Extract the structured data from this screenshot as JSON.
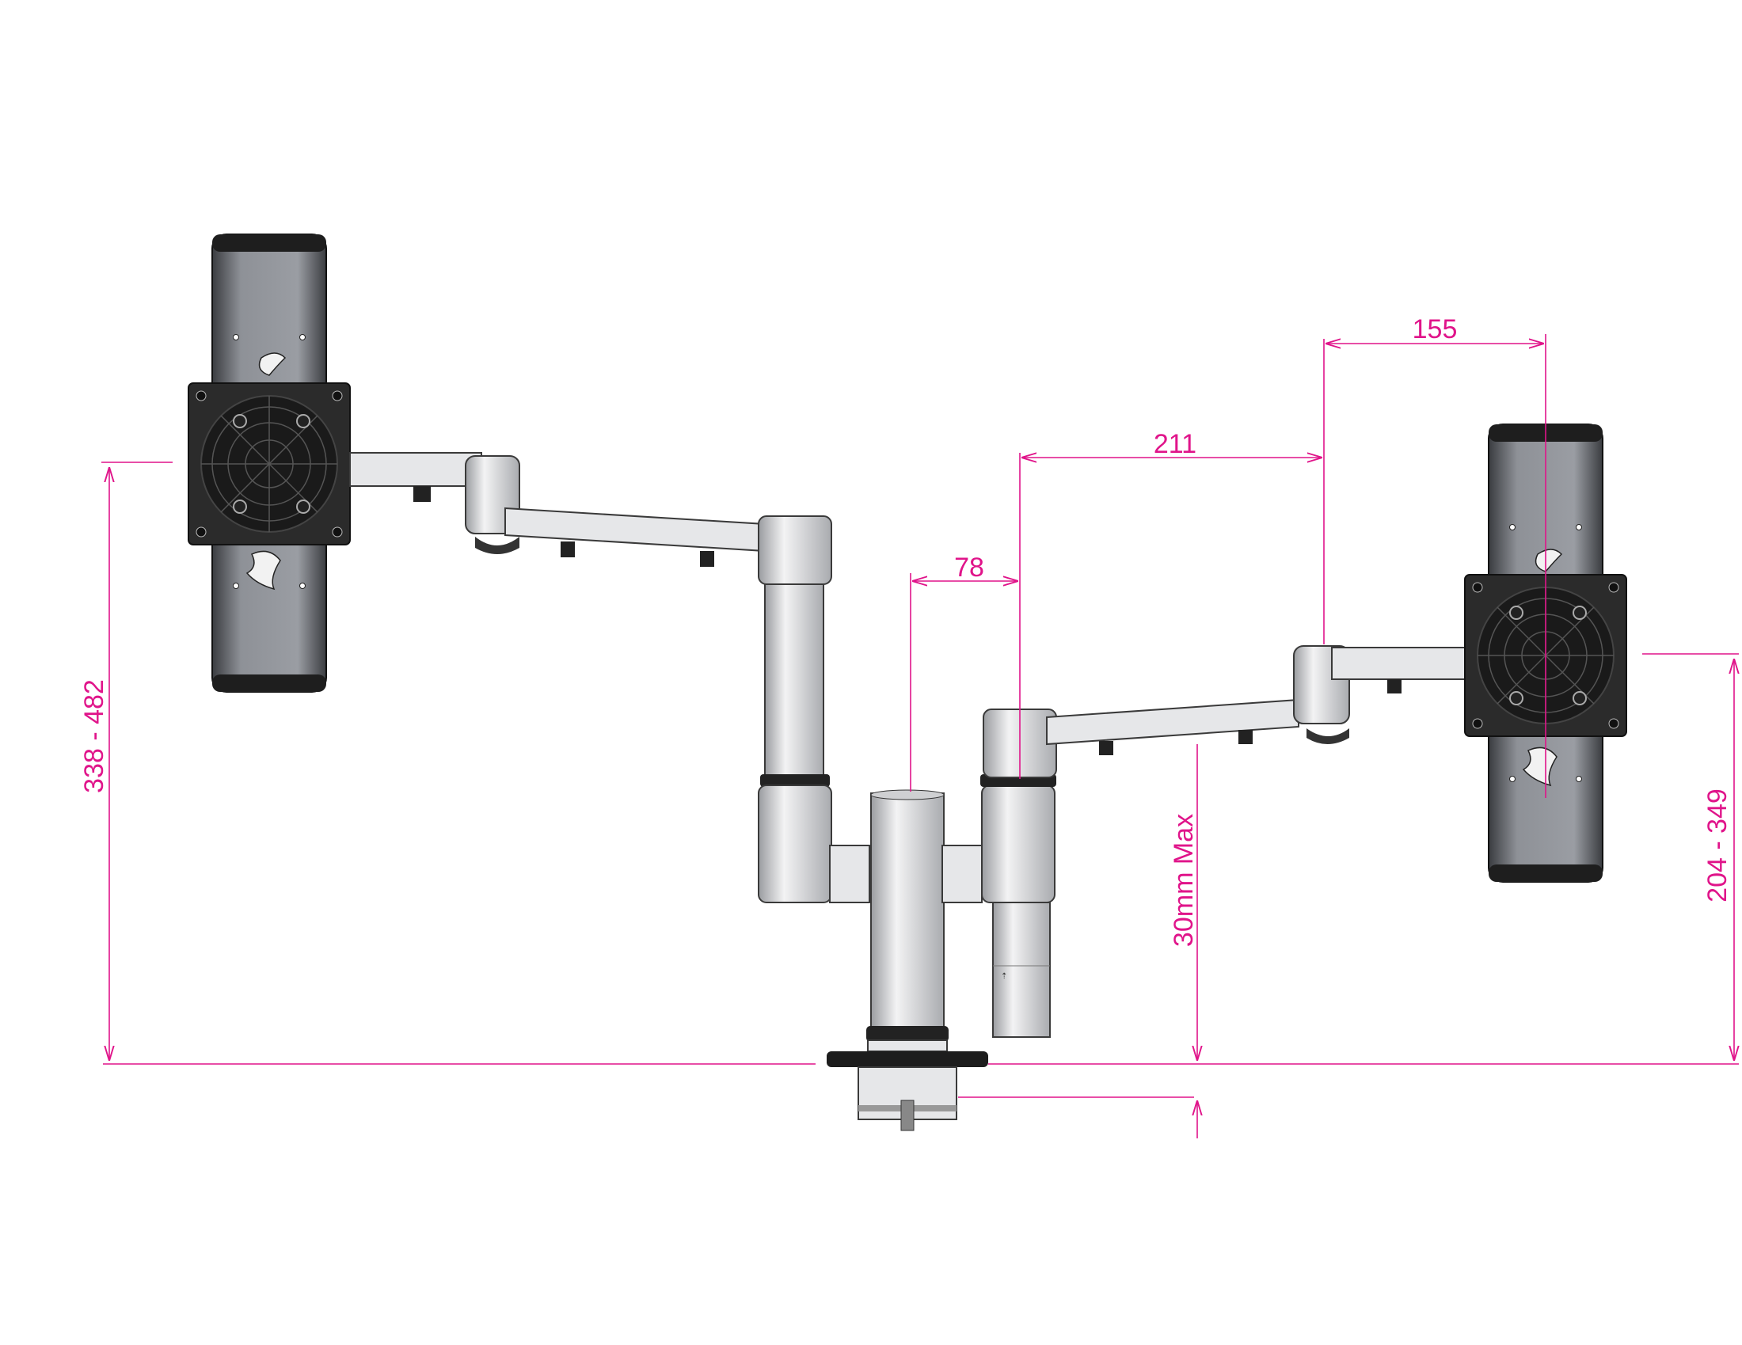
{
  "drawing": {
    "subject": "Dual monitor arm - top view",
    "colors": {
      "dimension": "#e0148a",
      "metal": "#d9dadc",
      "vesa_plate": "#2b2b2b",
      "rail": "#7d8086"
    },
    "dimensions": {
      "top_right": "155",
      "middle_right": "211",
      "center": "78",
      "left_height": "338 - 482",
      "right_height": "204 - 349",
      "desk_thickness": "30mm Max"
    }
  }
}
